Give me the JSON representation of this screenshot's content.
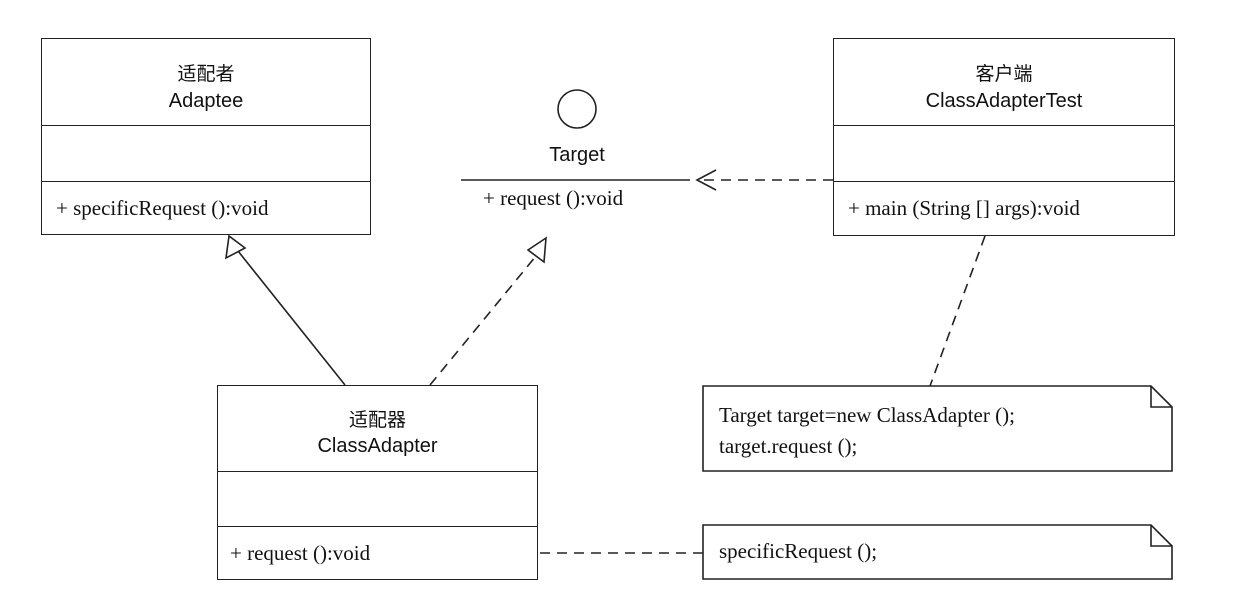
{
  "adaptee": {
    "cn_name": "适配者",
    "name": "Adaptee",
    "operation": "+ specificRequest ():void"
  },
  "target": {
    "name": "Target",
    "operation": "+ request ():void"
  },
  "client": {
    "cn_name": "客户端",
    "name": "ClassAdapterTest",
    "operation": "+ main (String [] args):void"
  },
  "adapter": {
    "cn_name": "适配器",
    "name": "ClassAdapter",
    "operation": "+ request ():void"
  },
  "note_client": {
    "line1": "Target target=new ClassAdapter ();",
    "line2": "target.request ();"
  },
  "note_adapter": {
    "line1": "specificRequest ();"
  }
}
